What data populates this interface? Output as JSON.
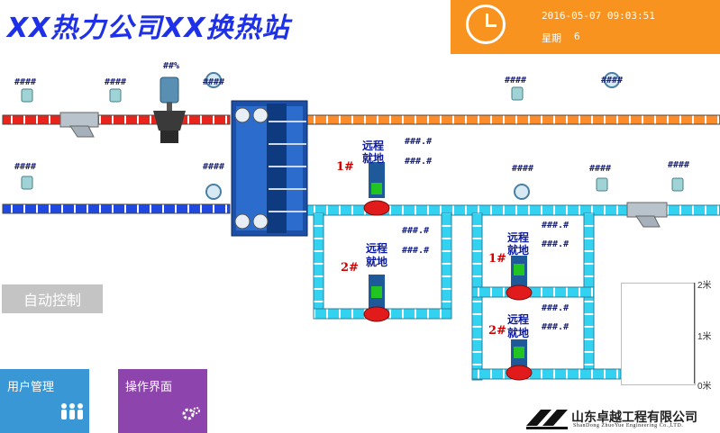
{
  "header": {
    "title": "XX热力公司XX换热站",
    "datetime": "2016-05-07 09:03:51",
    "weekday_label": "星期",
    "weekday_value": "6"
  },
  "placeholders": {
    "hash4": "####",
    "valve_pct": "##%",
    "value": "###.#"
  },
  "pumps": [
    {
      "number": "1#",
      "mode_remote": "远程",
      "mode_local": "就地",
      "values": [
        "###.#",
        "###.#"
      ]
    },
    {
      "number": "2#",
      "mode_remote": "远程",
      "mode_local": "就地",
      "values": [
        "###.#",
        "###.#"
      ]
    },
    {
      "number": "1#",
      "mode_remote": "远程",
      "mode_local": "就地",
      "values": [
        "###.#",
        "###.#"
      ]
    },
    {
      "number": "2#",
      "mode_remote": "远程",
      "mode_local": "就地",
      "values": [
        "###.#",
        "###.#"
      ]
    }
  ],
  "controls": {
    "auto_control": "自动控制",
    "user_management": "用户管理",
    "operation_screen": "操作界面"
  },
  "level_gauge": {
    "ticks": [
      "2米",
      "1米",
      "0米"
    ]
  },
  "company": {
    "name_cn": "山东卓越工程有限公司",
    "name_en": "ShanDong ZhuoYue Engineering Co.,LTD."
  },
  "colors": {
    "primary_supply": "#e8241d",
    "primary_return": "#1f49e0",
    "secondary_supply": "#ff8c2a",
    "secondary_return": "#33d2f0",
    "header_accent": "#f7931e",
    "title": "#1f31e8"
  },
  "icons": {
    "clock": "clock-icon",
    "users": "users-icon",
    "gear": "gear-icon"
  }
}
